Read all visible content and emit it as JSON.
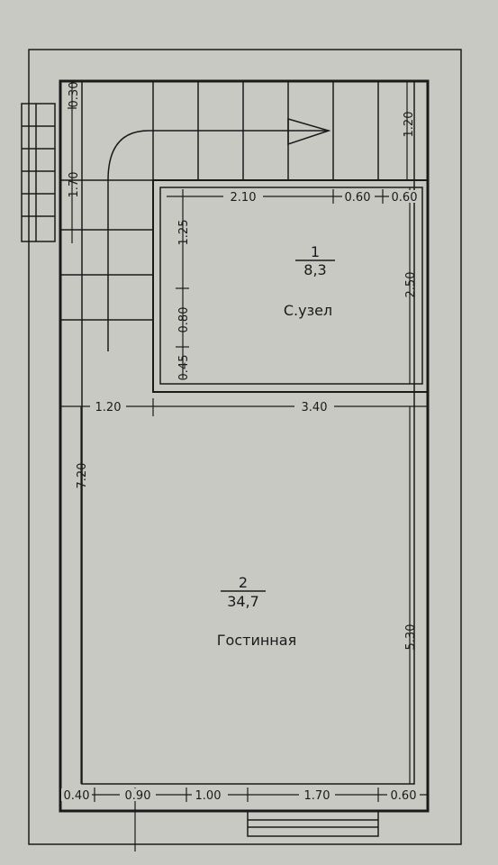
{
  "rooms": [
    {
      "number": "1",
      "area": "8,3",
      "name": "С.узел"
    },
    {
      "number": "2",
      "area": "34,7",
      "name": "Гостинная"
    }
  ],
  "dimensions": {
    "stair_top": "0.30",
    "stair_side": "1.70",
    "right_top": "1.20",
    "bath_width": "2.10",
    "bath_gap_a": "0.60",
    "bath_gap_b": "0.60",
    "bath_v1": "1.25",
    "bath_v2": "0.80",
    "bath_v3": "0.45",
    "bath_height": "2.50",
    "mid_left": "1.20",
    "mid_right": "3.40",
    "left_long": "7.20",
    "right_long": "5.30",
    "bottom_1": "0.40",
    "bottom_2": "0.90",
    "bottom_3": "1.00",
    "bottom_4": "1.70",
    "bottom_5": "0.60"
  }
}
